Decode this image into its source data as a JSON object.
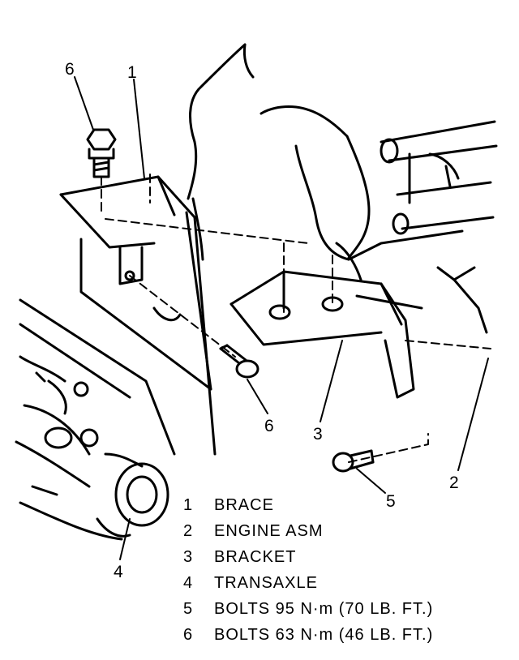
{
  "callouts": {
    "c1": "1",
    "c2": "2",
    "c3": "3",
    "c4": "4",
    "c5": "5",
    "c6_top": "6",
    "c6_mid": "6"
  },
  "legend": [
    {
      "num": "1",
      "text": "BRACE"
    },
    {
      "num": "2",
      "text": "ENGINE ASM"
    },
    {
      "num": "3",
      "text": "BRACKET"
    },
    {
      "num": "4",
      "text": "TRANSAXLE"
    },
    {
      "num": "5",
      "text": "BOLTS 95 N·m (70 LB. FT.)"
    },
    {
      "num": "6",
      "text": "BOLTS 63 N·m (46 LB. FT.)"
    }
  ],
  "colors": {
    "ink": "#000000",
    "paper": "#ffffff"
  }
}
